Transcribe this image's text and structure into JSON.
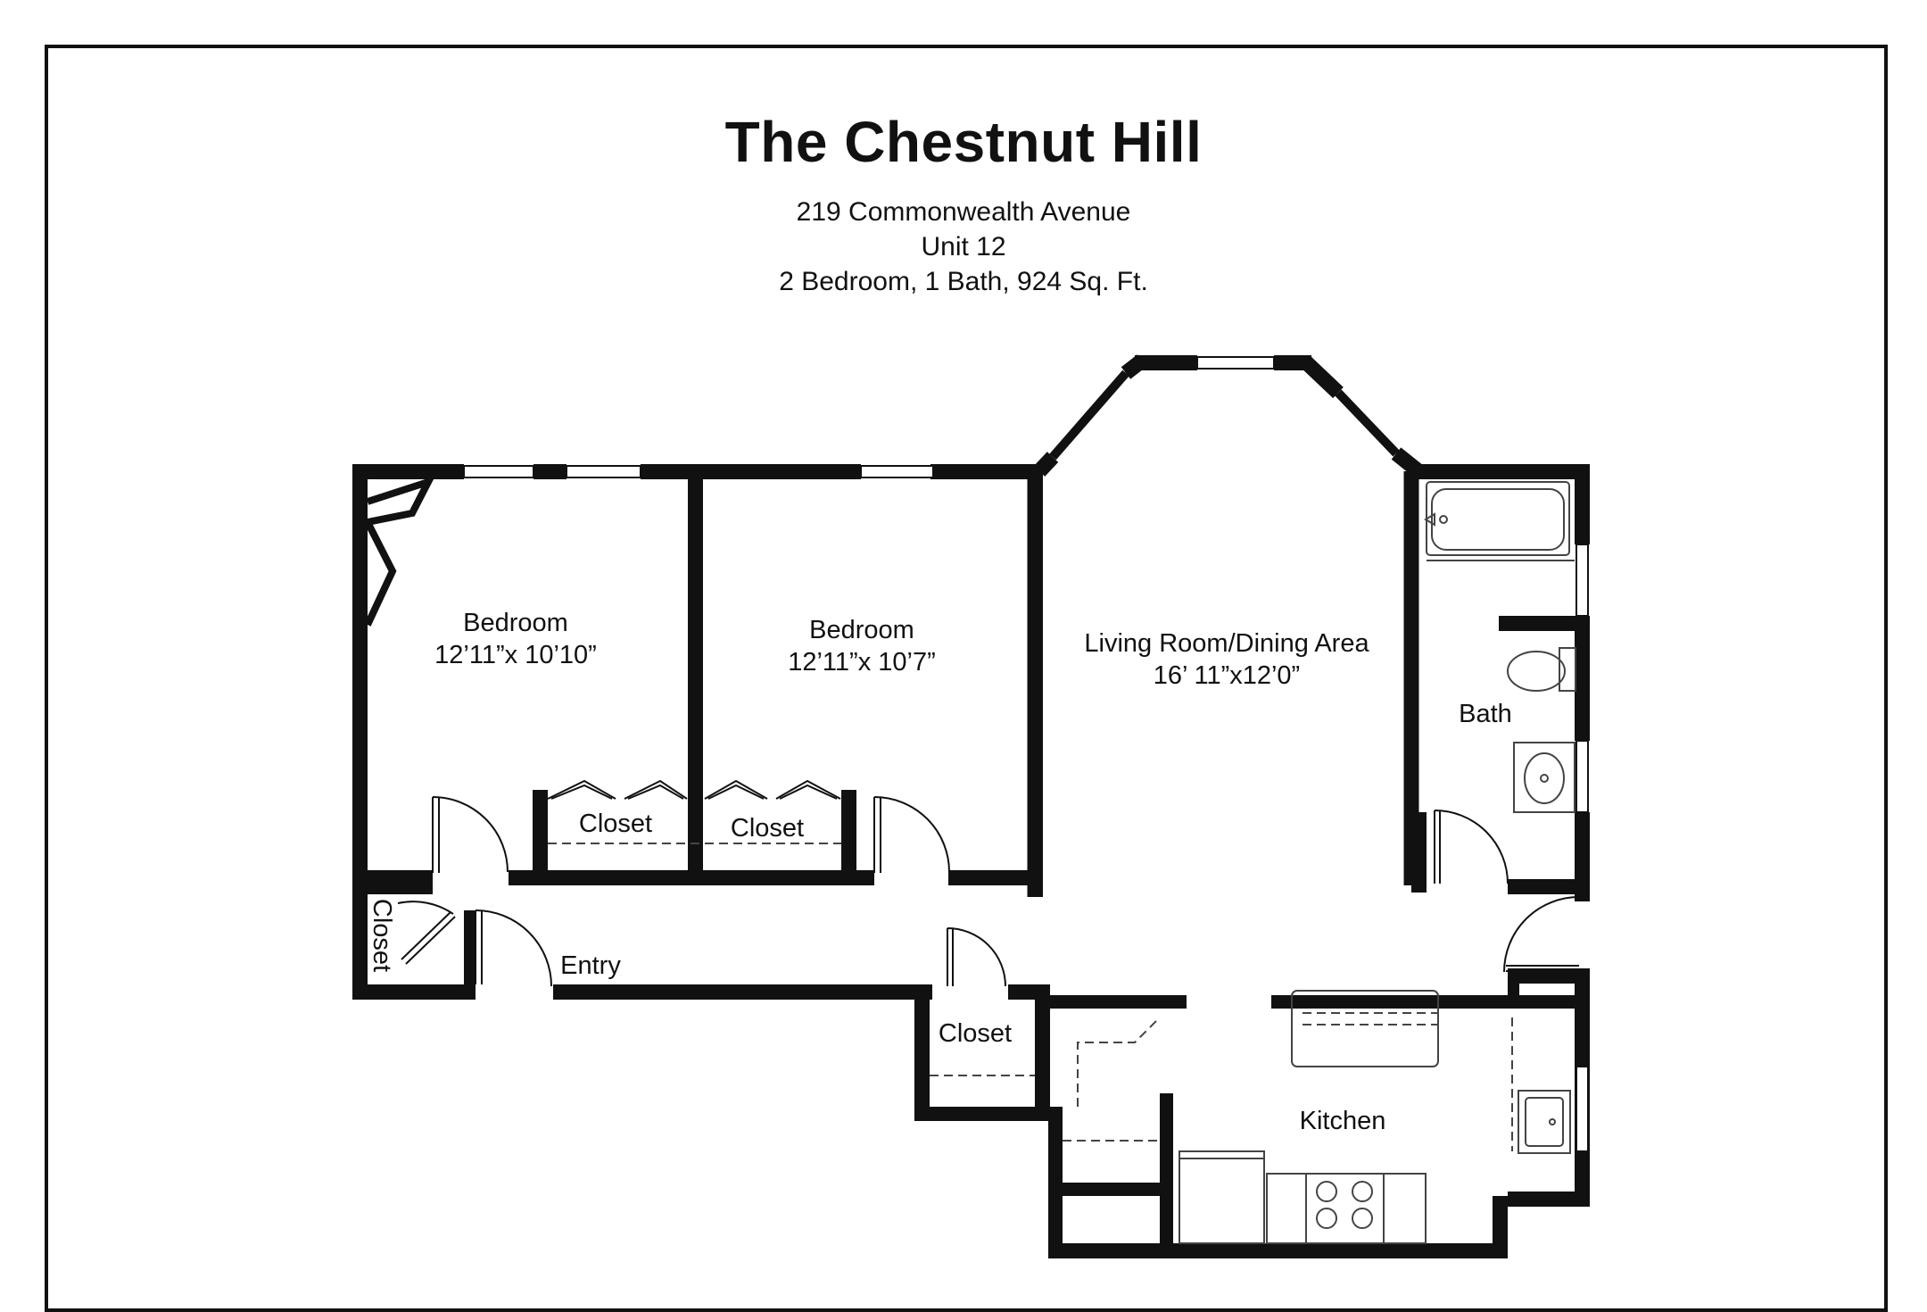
{
  "header": {
    "title": "The Chestnut Hill",
    "address": "219 Commonwealth Avenue",
    "unit": "Unit 12",
    "summary": "2 Bedroom, 1 Bath, 924 Sq. Ft."
  },
  "rooms": {
    "bedroom1": {
      "name": "Bedroom",
      "size": "12’11”x 10’10”"
    },
    "bedroom2": {
      "name": "Bedroom",
      "size": "12’11”x 10’7”"
    },
    "living": {
      "name": "Living Room/Dining Area",
      "size": "16’ 11”x12’0”"
    },
    "bath": {
      "name": "Bath"
    },
    "kitchen": {
      "name": "Kitchen"
    },
    "entry": {
      "name": "Entry"
    },
    "closet_bed1": {
      "name": "Closet"
    },
    "closet_bed2": {
      "name": "Closet"
    },
    "closet_entry": {
      "name": "Closet"
    },
    "closet_hall": {
      "name": "Closet"
    }
  },
  "colors": {
    "wall": "#111111",
    "fixture": "#555555",
    "background": "#ffffff"
  }
}
